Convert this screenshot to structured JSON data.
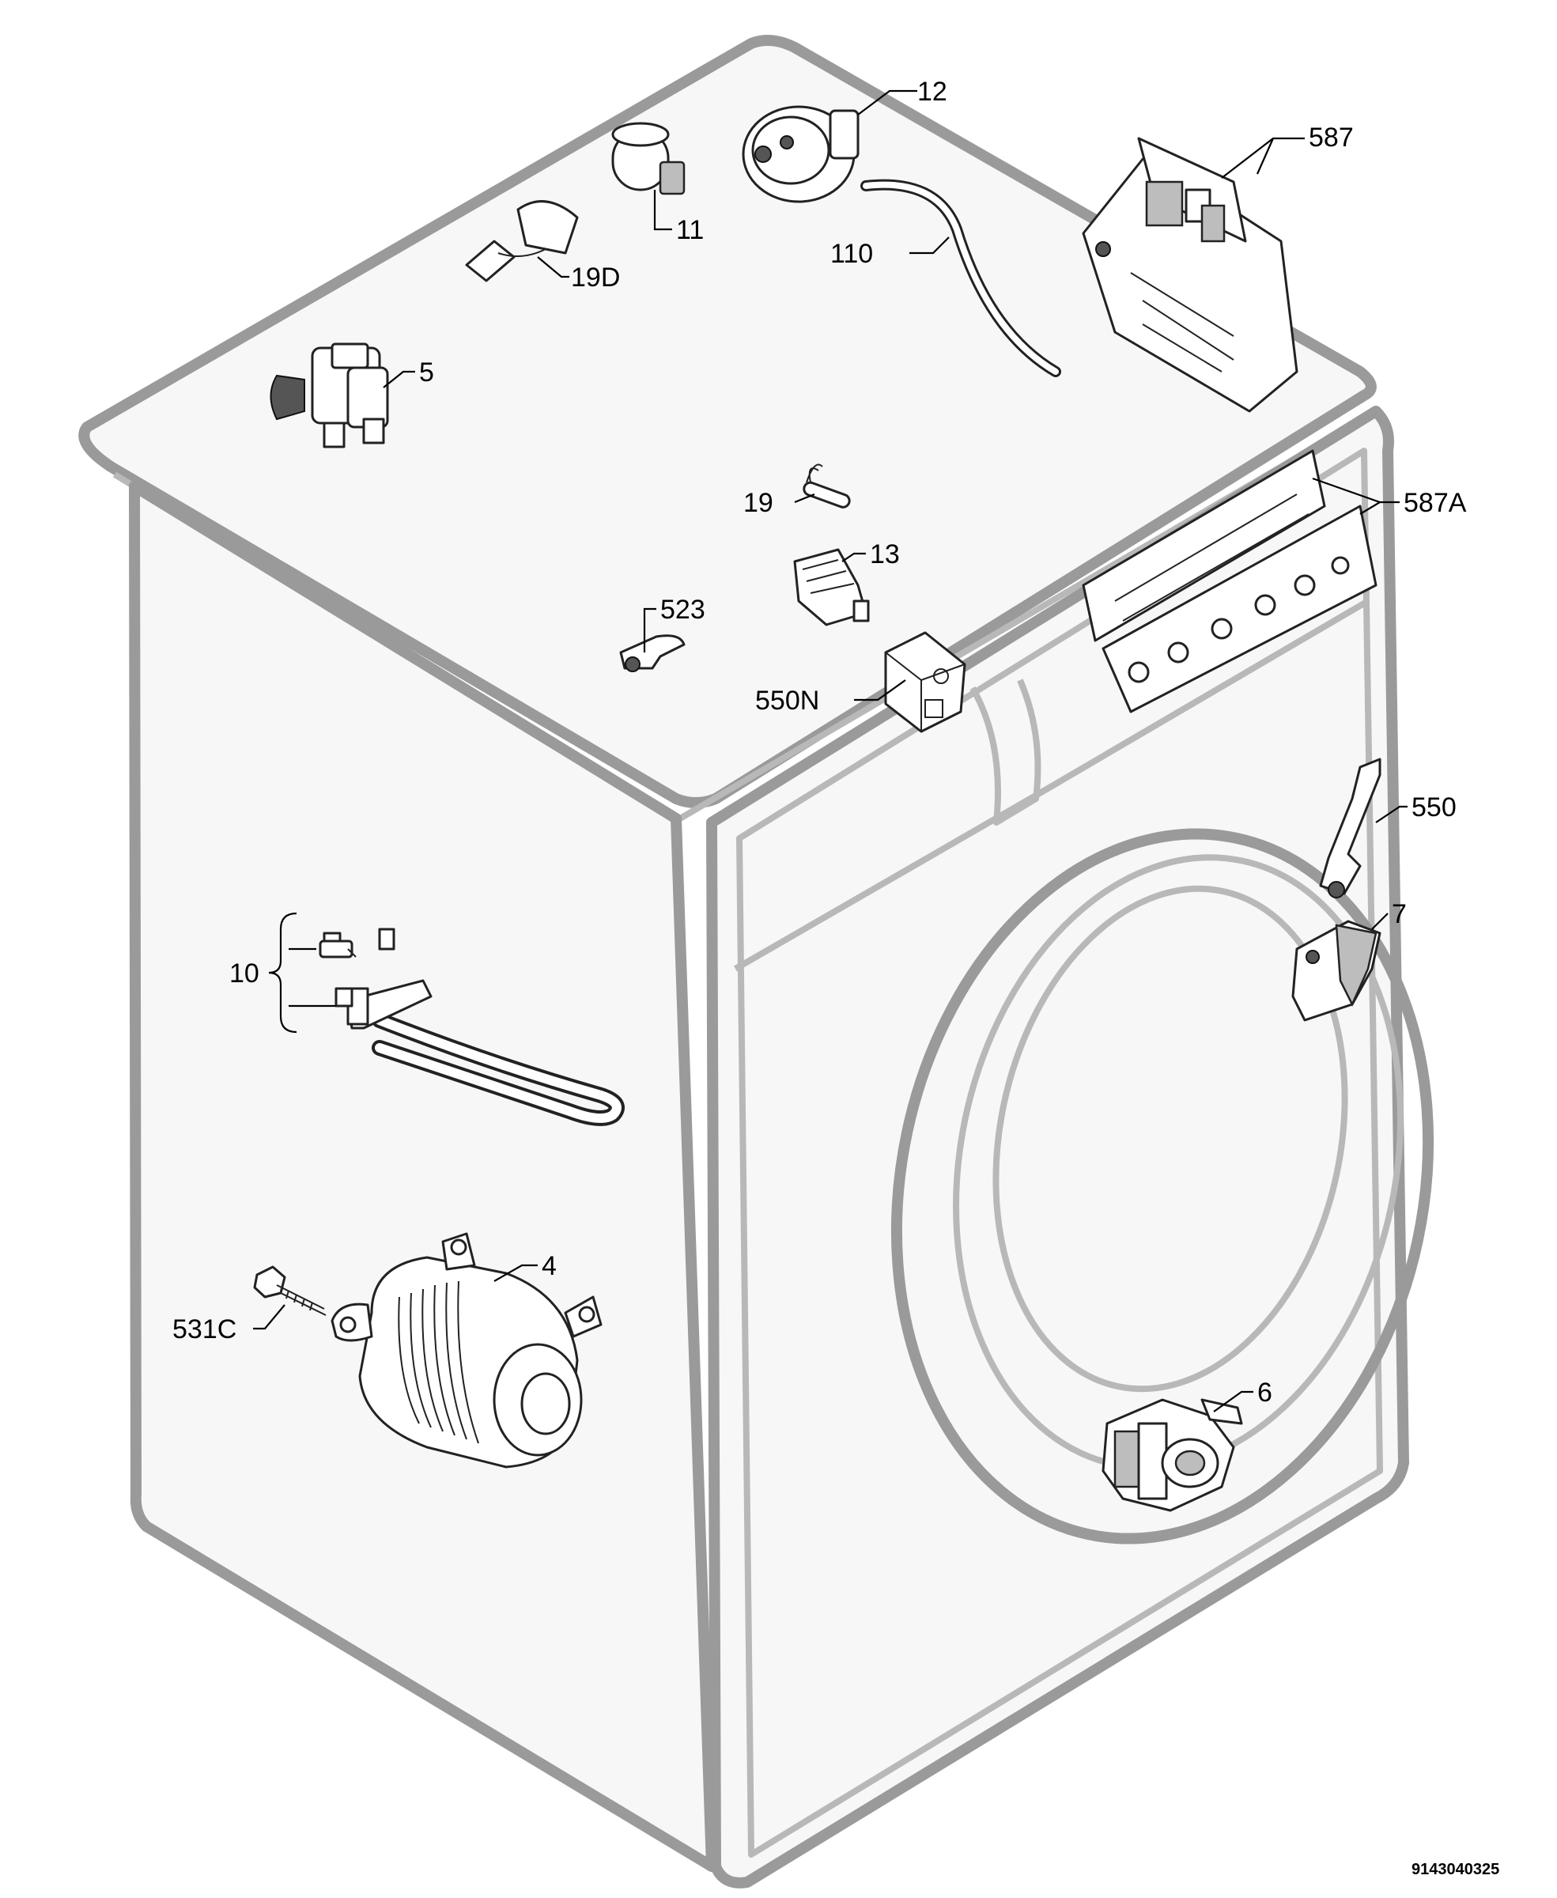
{
  "diagram": {
    "reference_number": "9143040325",
    "callouts": [
      {
        "id": "12",
        "label": "12"
      },
      {
        "id": "587",
        "label": "587"
      },
      {
        "id": "11",
        "label": "11"
      },
      {
        "id": "110",
        "label": "110"
      },
      {
        "id": "19D",
        "label": "19D"
      },
      {
        "id": "5",
        "label": "5"
      },
      {
        "id": "587A",
        "label": "587A"
      },
      {
        "id": "19",
        "label": "19"
      },
      {
        "id": "13",
        "label": "13"
      },
      {
        "id": "523",
        "label": "523"
      },
      {
        "id": "550N",
        "label": "550N"
      },
      {
        "id": "550",
        "label": "550"
      },
      {
        "id": "7",
        "label": "7"
      },
      {
        "id": "10",
        "label": "10"
      },
      {
        "id": "4",
        "label": "4"
      },
      {
        "id": "531C",
        "label": "531C"
      },
      {
        "id": "6",
        "label": "6"
      }
    ]
  }
}
